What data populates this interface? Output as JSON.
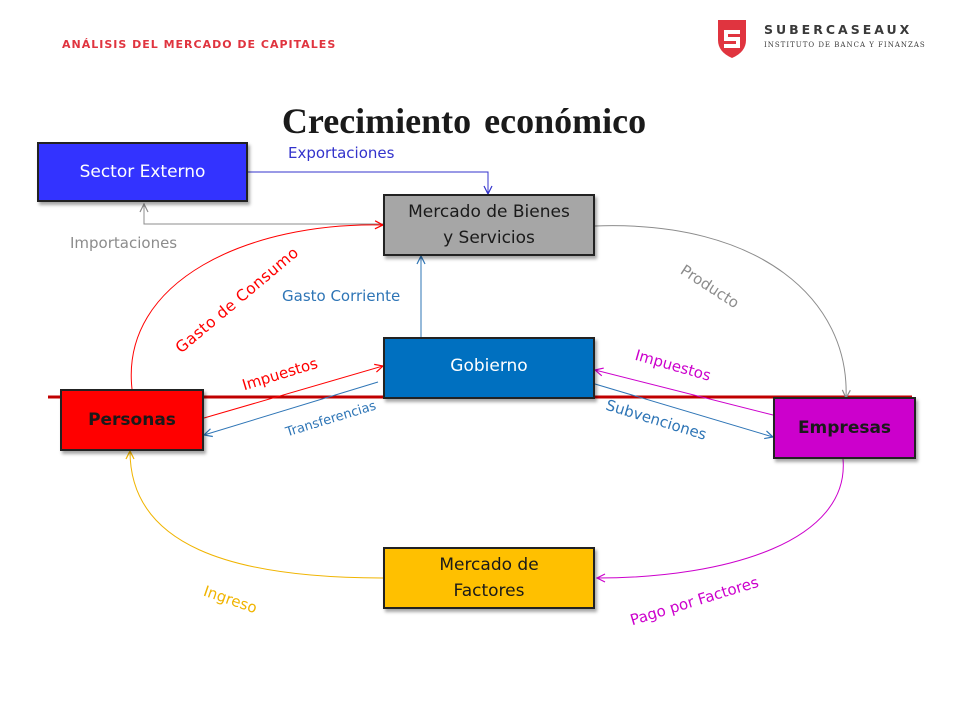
{
  "header": {
    "label": "ANÁLISIS DEL MERCADO DE CAPITALES"
  },
  "logo": {
    "name": "SUBERCASEAUX",
    "subtitle": "INSTITUTO DE BANCA Y FINANZAS"
  },
  "title": "Crecimiento económico",
  "nodes": {
    "sector_externo": "Sector Externo",
    "mercado_bienes_1": "Mercado de Bienes",
    "mercado_bienes_2": "y Servicios",
    "gobierno": "Gobierno",
    "personas": "Personas",
    "empresas": "Empresas",
    "mercado_factores_1": "Mercado de",
    "mercado_factores_2": "Factores"
  },
  "flows": {
    "exportaciones": "Exportaciones",
    "importaciones": "Importaciones",
    "gasto_consumo": "Gasto de Consumo",
    "gasto_corriente": "Gasto Corriente",
    "producto": "Producto",
    "impuestos_personas": "Impuestos",
    "transferencias": "Transferencias",
    "impuestos_empresas": "Impuestos",
    "subvenciones": "Subvenciones",
    "ingreso": "Ingreso",
    "pago_factores": "Pago por Factores"
  },
  "colors": {
    "accent_red": "#e0343f",
    "sector_externo": "#3333ff",
    "mercado_bienes": "#a6a6a6",
    "gobierno": "#0070c0",
    "personas": "#ff0000",
    "empresas": "#cc00cc",
    "mercado_factores": "#ffc000"
  }
}
